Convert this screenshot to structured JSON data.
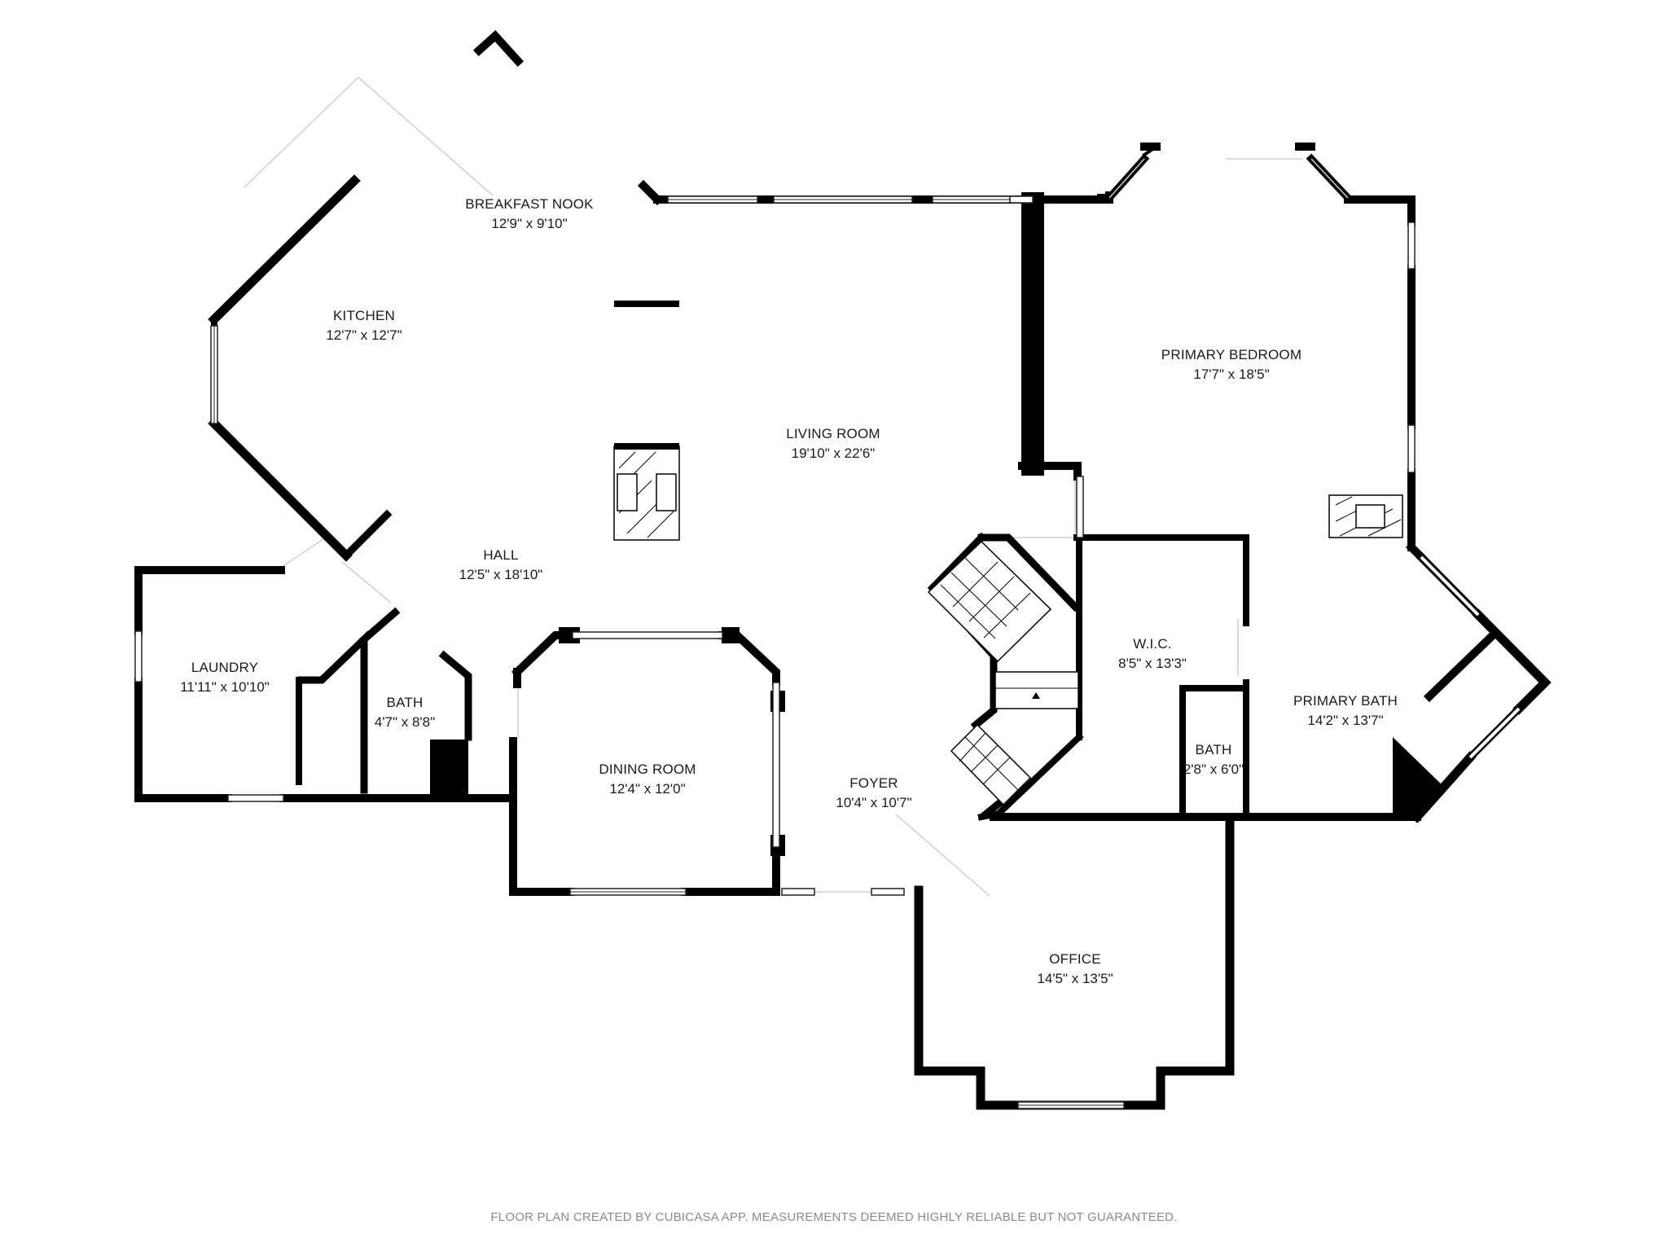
{
  "rooms": {
    "breakfast_nook": {
      "name": "BREAKFAST NOOK",
      "dims": "12'9\" x 9'10\""
    },
    "kitchen": {
      "name": "KITCHEN",
      "dims": "12'7\" x 12'7\""
    },
    "living_room": {
      "name": "LIVING ROOM",
      "dims": "19'10\" x 22'6\""
    },
    "hall": {
      "name": "HALL",
      "dims": "12'5\" x 18'10\""
    },
    "laundry": {
      "name": "LAUNDRY",
      "dims": "11'11\" x 10'10\""
    },
    "bath_left": {
      "name": "BATH",
      "dims": "4'7\" x 8'8\""
    },
    "dining_room": {
      "name": "DINING ROOM",
      "dims": "12'4\" x 12'0\""
    },
    "foyer": {
      "name": "FOYER",
      "dims": "10'4\" x 10'7\""
    },
    "primary_bedroom": {
      "name": "PRIMARY BEDROOM",
      "dims": "17'7\" x 18'5\""
    },
    "wic": {
      "name": "W.I.C.",
      "dims": "8'5\" x 13'3\""
    },
    "bath_right": {
      "name": "BATH",
      "dims": "2'8\" x 6'0\""
    },
    "primary_bath": {
      "name": "PRIMARY BATH",
      "dims": "14'2\" x 13'7\""
    },
    "office": {
      "name": "OFFICE",
      "dims": "14'5\" x 13'5\""
    }
  },
  "footer": {
    "text": "FLOOR PLAN CREATED BY CUBICASA APP. MEASUREMENTS DEEMED HIGHLY RELIABLE BUT NOT GUARANTEED."
  },
  "colors": {
    "wall": "#000000",
    "background": "#ffffff",
    "footer_text": "#8a8a8a"
  }
}
